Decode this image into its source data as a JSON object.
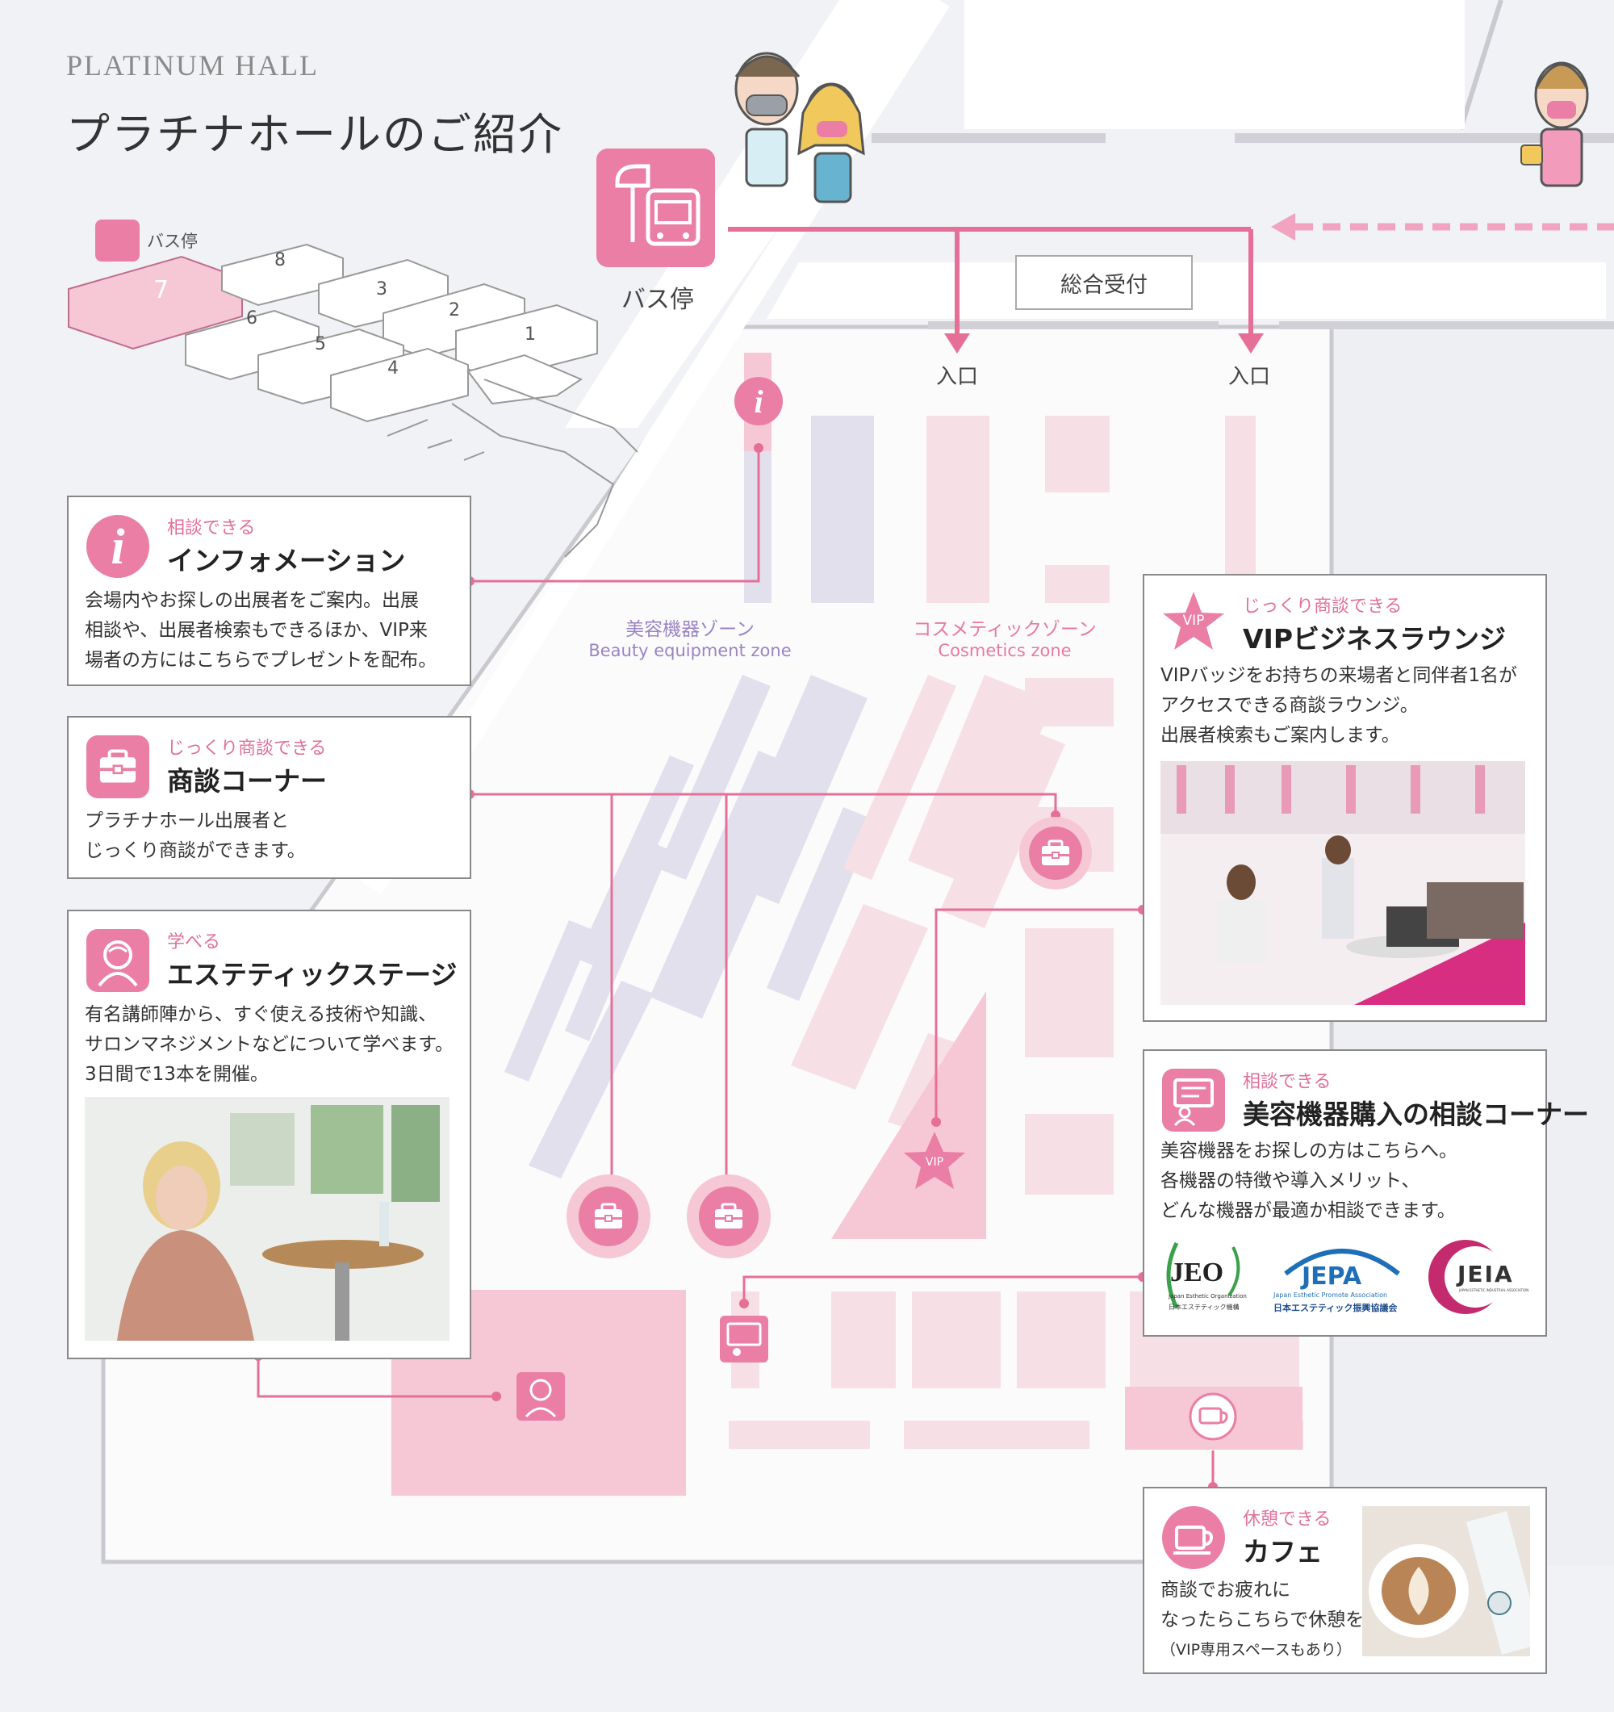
{
  "header": {
    "title_en": "PLATINUM HALL",
    "title_ja": "プラチナホールのご紹介"
  },
  "bus_stop": {
    "label": "バス停",
    "mini_label": "バス停"
  },
  "hall_numbers": [
    "8",
    "7",
    "3",
    "6",
    "2",
    "5",
    "1",
    "4"
  ],
  "reception": "総合受付",
  "entrances": [
    "入口",
    "入口"
  ],
  "zones": [
    {
      "name_ja": "美容機器ゾーン",
      "name_en": "Beauty equipment zone",
      "color": "#9a84c2"
    },
    {
      "name_ja": "コスメティックゾーン",
      "name_en": "Cosmetics zone",
      "color": "#e9799f"
    }
  ],
  "map_vip_label": "VIP",
  "colors": {
    "accent": "#ea7ea5",
    "accent_light": "#f6c7d5",
    "lavender": "#e2e0ec",
    "wall": "#c9c9cf"
  },
  "info_box": {
    "sub": "相談できる",
    "head": "インフォメーション",
    "icon": "info-icon",
    "body": [
      "会場内やお探しの出展者をご案内。出展",
      "相談や、出展者検索もできるほか、VIP来",
      "場者の方にはこちらでプレゼントを配布。"
    ]
  },
  "meeting_box": {
    "sub": "じっくり商談できる",
    "head": "商談コーナー",
    "icon": "briefcase-icon",
    "body": [
      "プラチナホール出展者と",
      "じっくり商談ができます。"
    ]
  },
  "stage_box": {
    "sub": "学べる",
    "head": "エステティックステージ",
    "icon": "speaker-icon",
    "body": [
      "有名講師陣から、すぐ使える技術や知識、",
      "サロンマネジメントなどについて学べます。",
      "3日間で13本を開催。"
    ]
  },
  "vip_box": {
    "sub": "じっくり商談できる",
    "head": "VIPビジネスラウンジ",
    "icon_label": "VIP",
    "body": [
      "VIPバッジをお持ちの来場者と同伴者1名が",
      "アクセスできる商談ラウンジ。",
      "出展者検索もご案内します。"
    ]
  },
  "purchase_box": {
    "sub": "相談できる",
    "head": "美容機器購入の相談コーナー",
    "icon": "consultation-icon",
    "body": [
      "美容機器をお探しの方はこちらへ。",
      "各機器の特徴や導入メリット、",
      "どんな機器が最適か相談できます。"
    ],
    "logos": [
      {
        "name": "JEO",
        "sub1": "Japan Esthetic Organization",
        "sub2": "日本エステティック機構"
      },
      {
        "name": "JEPA",
        "sub1": "Japan Esthetic Promote Association",
        "sub2": "日本エステティック振興協議会"
      },
      {
        "name": "JEIA",
        "sub1": "JAPAN ESTHETIC INDUSTRIAL ASSOCIATION"
      }
    ]
  },
  "cafe_box": {
    "sub": "休憩できる",
    "head": "カフェ",
    "icon": "coffee-cup-icon",
    "body": [
      "商談でお疲れに",
      "なったらこちらで休憩を。",
      "（VIP専用スペースもあり）"
    ]
  }
}
